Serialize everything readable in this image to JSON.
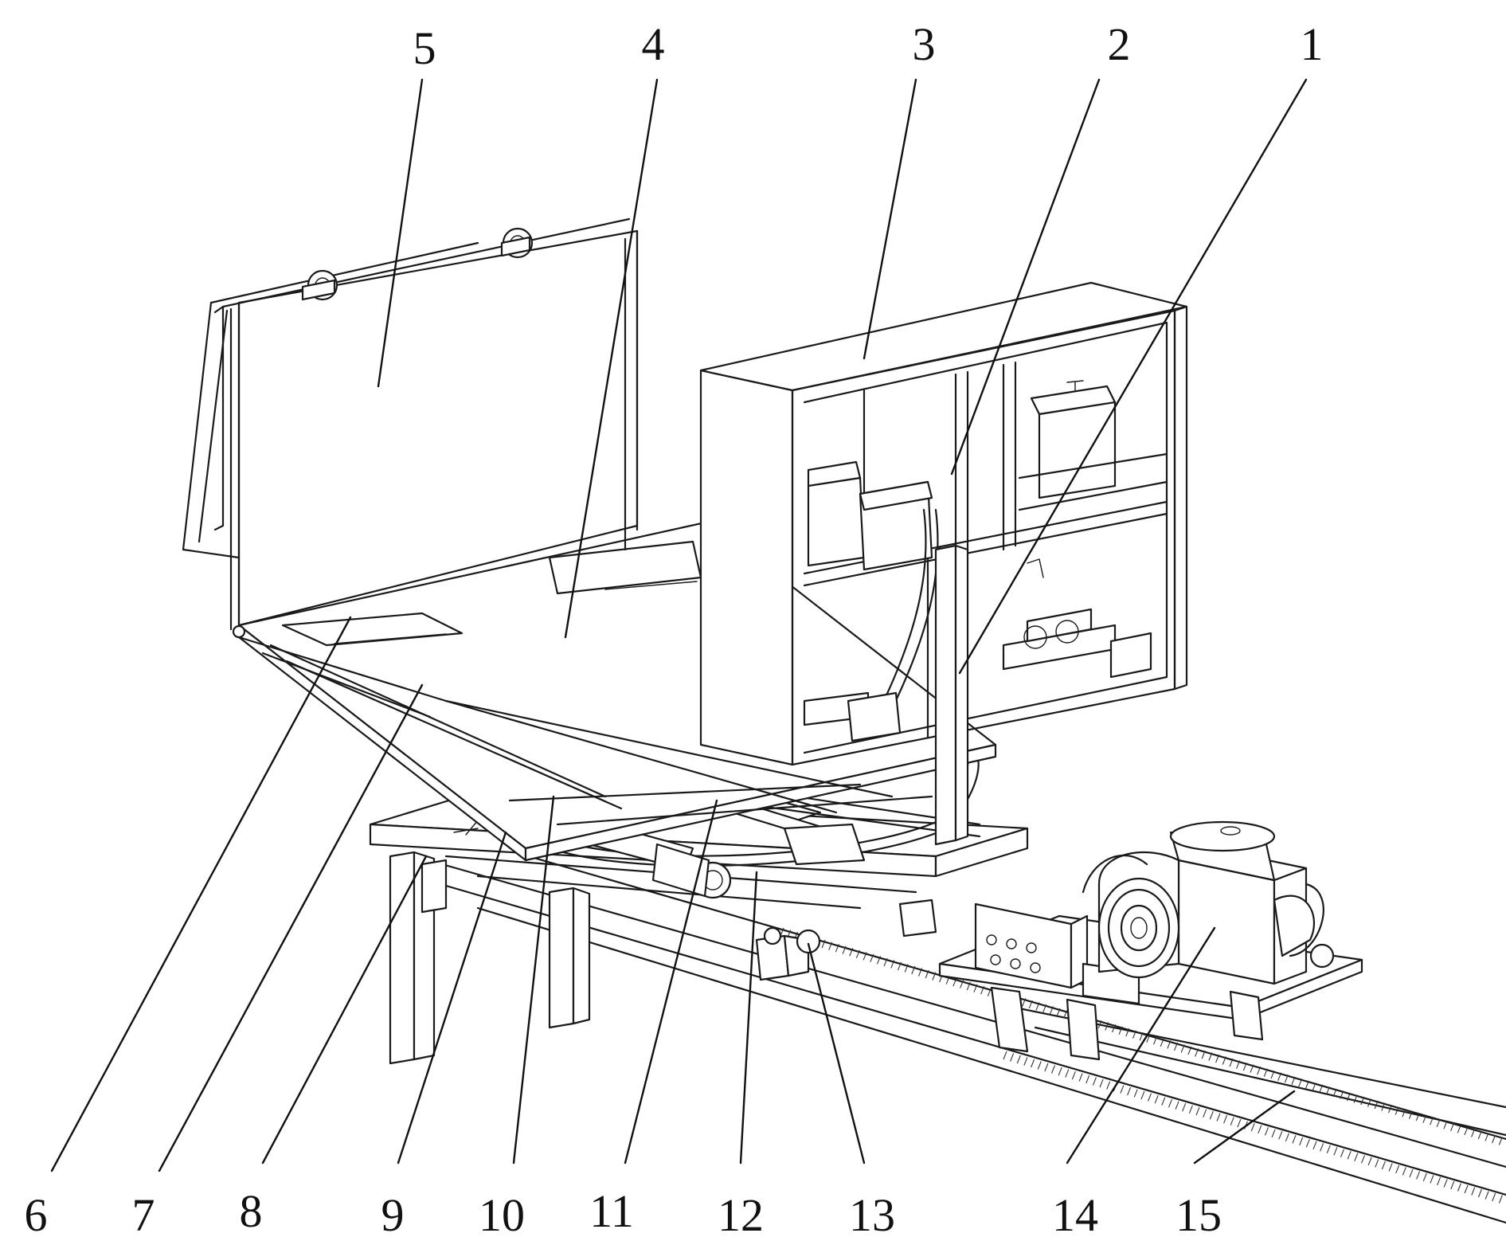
{
  "figure": {
    "labels": [
      {
        "id": "1",
        "text": "1"
      },
      {
        "id": "2",
        "text": "2"
      },
      {
        "id": "3",
        "text": "3"
      },
      {
        "id": "4",
        "text": "4"
      },
      {
        "id": "5",
        "text": "5"
      },
      {
        "id": "6",
        "text": "6"
      },
      {
        "id": "7",
        "text": "7"
      },
      {
        "id": "8",
        "text": "8"
      },
      {
        "id": "9",
        "text": "9"
      },
      {
        "id": "10",
        "text": "10"
      },
      {
        "id": "11",
        "text": "11"
      },
      {
        "id": "12",
        "text": "12"
      },
      {
        "id": "13",
        "text": "13"
      },
      {
        "id": "14",
        "text": "14"
      },
      {
        "id": "15",
        "text": "15"
      }
    ]
  }
}
